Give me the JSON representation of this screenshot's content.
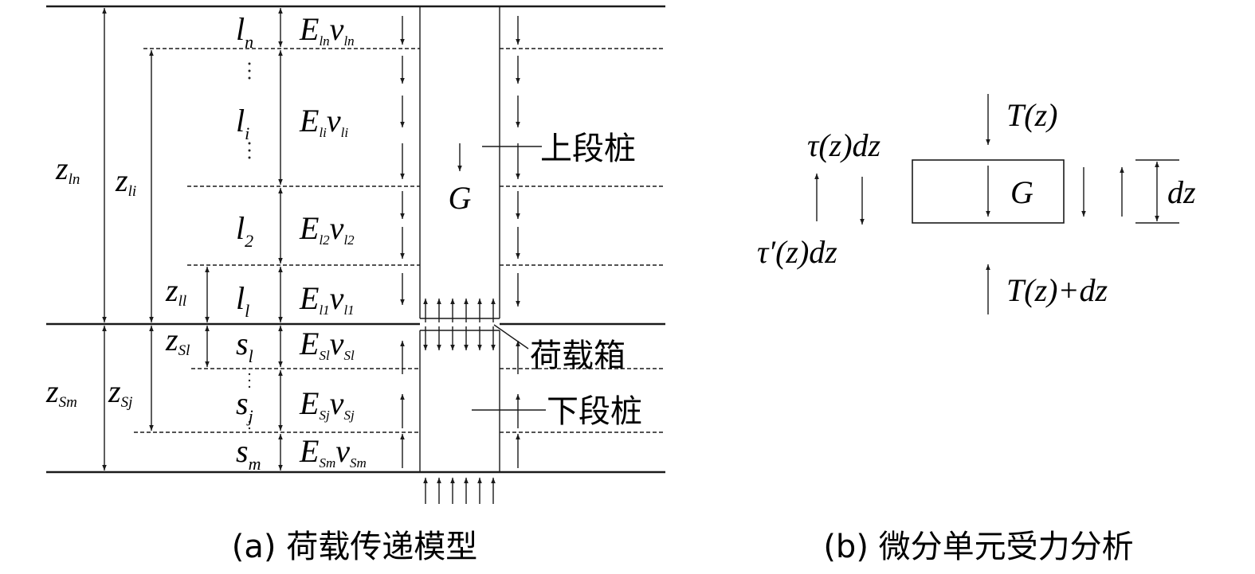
{
  "panel_a": {
    "caption": "(a) 荷载传递模型",
    "upper_pile_label": "上段桩",
    "load_box_label": "荷载箱",
    "lower_pile_label": "下段桩",
    "weight_label": "G",
    "layers": [
      {
        "sym": "l",
        "sub": "n",
        "E": "E",
        "Esub": "ln",
        "v": "v",
        "vsub": "ln"
      },
      {
        "sym": "l",
        "sub": "i",
        "E": "E",
        "Esub": "li",
        "v": "v",
        "vsub": "li"
      },
      {
        "sym": "l",
        "sub": "2",
        "E": "E",
        "Esub": "l2",
        "v": "v",
        "vsub": "l2"
      },
      {
        "sym": "l",
        "sub": "l",
        "E": "E",
        "Esub": "l1",
        "v": "v",
        "vsub": "l1"
      },
      {
        "sym": "s",
        "sub": "l",
        "E": "E",
        "Esub": "Sl",
        "v": "v",
        "vsub": "Sl"
      },
      {
        "sym": "s",
        "sub": "j",
        "E": "E",
        "Esub": "Sj",
        "v": "v",
        "vsub": "Sj"
      },
      {
        "sym": "s",
        "sub": "m",
        "E": "E",
        "Esub": "Sm",
        "v": "v",
        "vsub": "Sm"
      }
    ],
    "depths": [
      {
        "sym": "z",
        "sub": "ln"
      },
      {
        "sym": "z",
        "sub": "li"
      },
      {
        "sym": "z",
        "sub": "ll"
      },
      {
        "sym": "z",
        "sub": "Sl"
      },
      {
        "sym": "z",
        "sub": "Sm"
      },
      {
        "sym": "z",
        "sub": "Sj"
      }
    ]
  },
  "panel_b": {
    "caption": "(b) 微分单元受力分析",
    "top_force": "T(z)",
    "bottom_force": "T(z)+dz",
    "shear": "τ(z)dz",
    "shear_prime": "τ′(z)dz",
    "weight": "G",
    "height": "dz"
  }
}
